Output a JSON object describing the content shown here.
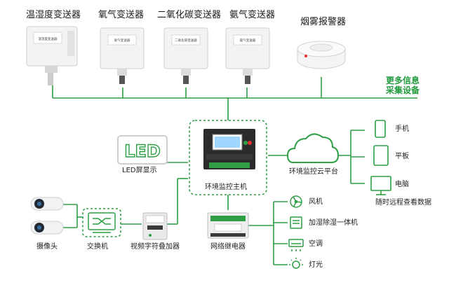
{
  "colors": {
    "line": "#2f9e44",
    "accent": "#1f9a3c",
    "dashed": "#2f9e44",
    "device": "#f2f2f2"
  },
  "sensors": {
    "temp_humidity": {
      "label": "温湿度变送器",
      "plate": "温湿度变送器"
    },
    "oxygen": {
      "label": "氧气变送器",
      "plate": "氧气变送器"
    },
    "co2": {
      "label": "二氧化碳变送器",
      "plate": "二氧化碳变送器"
    },
    "ammonia": {
      "label": "氨气变送器",
      "plate": "氨气变送器"
    },
    "smoke": {
      "label": "烟雾报警器"
    }
  },
  "more_info": {
    "line1": "更多信息",
    "line2": "采集设备"
  },
  "led": {
    "label": "LED屏显示",
    "display_text": "LED"
  },
  "host": {
    "label": "环境监控主机"
  },
  "cloud": {
    "label": "环境监控云平台"
  },
  "clients": {
    "phone": "手机",
    "tablet": "平板",
    "pc": "电脑",
    "remote": "随时远程查看数据"
  },
  "cameras": {
    "label": "摄像头"
  },
  "switch": {
    "label": "交换机"
  },
  "overlay": {
    "label": "视频字符叠加器"
  },
  "relay": {
    "label": "网络继电器"
  },
  "outputs": {
    "fan": "风机",
    "humidifier": "加湿除湿一体机",
    "ac": "空调",
    "light": "灯光"
  }
}
